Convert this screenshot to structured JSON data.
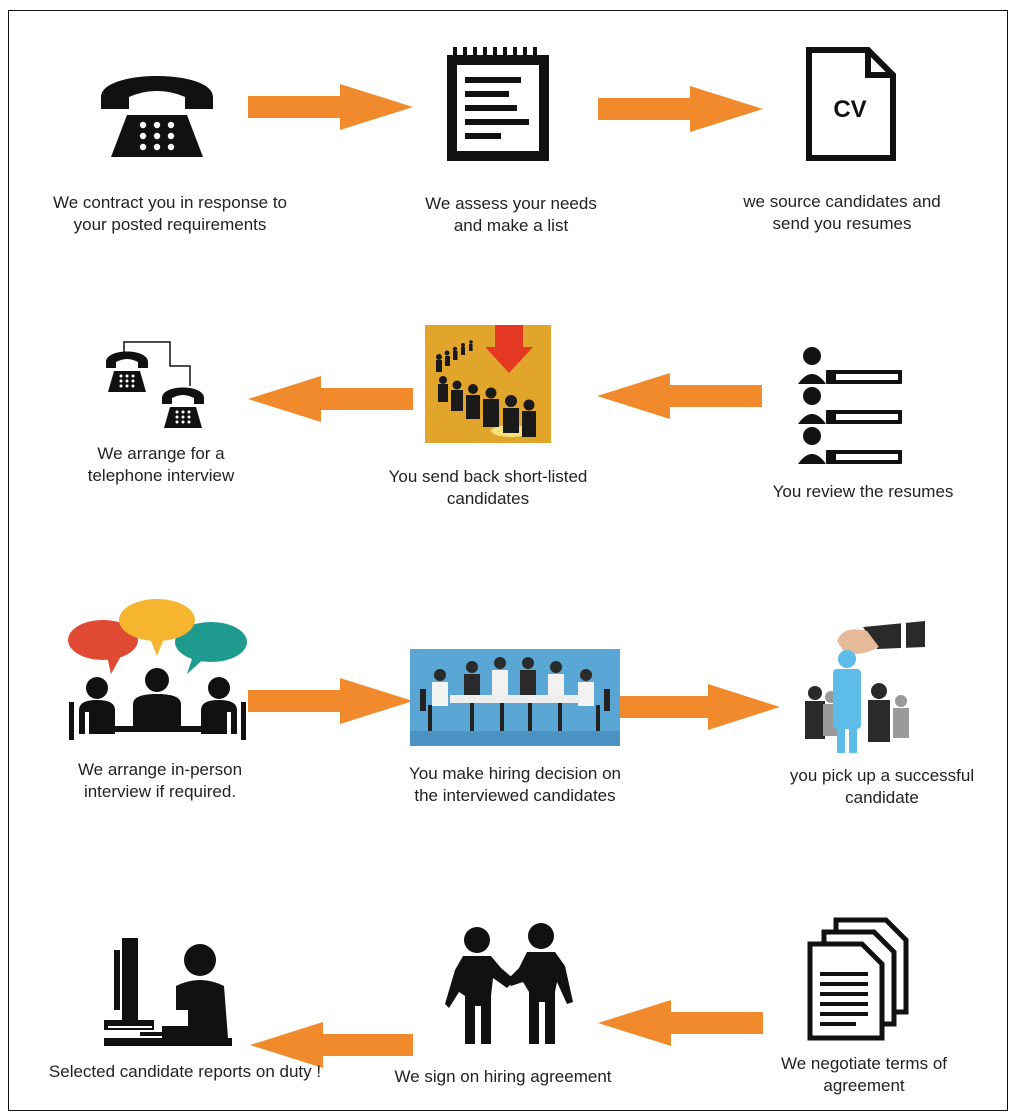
{
  "steps": [
    {
      "id": 1,
      "icon": "telephone-icon",
      "caption_lines": [
        "We contract you in response to",
        "your posted requirements"
      ]
    },
    {
      "id": 2,
      "icon": "notepad-list-icon",
      "caption_lines": [
        "We assess your needs",
        "and make a list"
      ]
    },
    {
      "id": 3,
      "icon": "cv-document-icon",
      "icon_text": "CV",
      "caption_lines": [
        "we source candidates and",
        "send you resumes"
      ]
    },
    {
      "id": 4,
      "icon": "resume-review-icon",
      "caption_lines": [
        "You review the resumes"
      ]
    },
    {
      "id": 5,
      "icon": "shortlist-queue-image",
      "caption_lines": [
        "You send back short-listed",
        "candidates"
      ]
    },
    {
      "id": 6,
      "icon": "linked-telephones-icon",
      "caption_lines": [
        "We arrange for a",
        "telephone interview"
      ]
    },
    {
      "id": 7,
      "icon": "group-discussion-icon",
      "caption_lines": [
        "We arrange in-person",
        "interview if required."
      ]
    },
    {
      "id": 8,
      "icon": "meeting-table-image",
      "caption_lines": [
        "You make hiring decision on",
        "the interviewed candidates"
      ]
    },
    {
      "id": 9,
      "icon": "hand-picking-candidate-image",
      "caption_lines": [
        "you pick up a successful",
        "candidate"
      ]
    },
    {
      "id": 10,
      "icon": "document-stack-icon",
      "caption_lines": [
        "We negotiate terms of",
        "agreement"
      ]
    },
    {
      "id": 11,
      "icon": "handshake-icon",
      "caption_lines": [
        "We sign on hiring agreement"
      ]
    },
    {
      "id": 12,
      "icon": "person-at-computer-icon",
      "caption_lines": [
        "Selected candidate reports on duty !"
      ]
    }
  ],
  "colors": {
    "arrow": "#F08A2C",
    "icon": "#111111",
    "speech_red": "#E04A35",
    "speech_yellow": "#F5B52E",
    "speech_teal": "#1E9A8E",
    "shortlist_bg": "#E2A52C",
    "meeting_bg": "#5AA7D6"
  }
}
